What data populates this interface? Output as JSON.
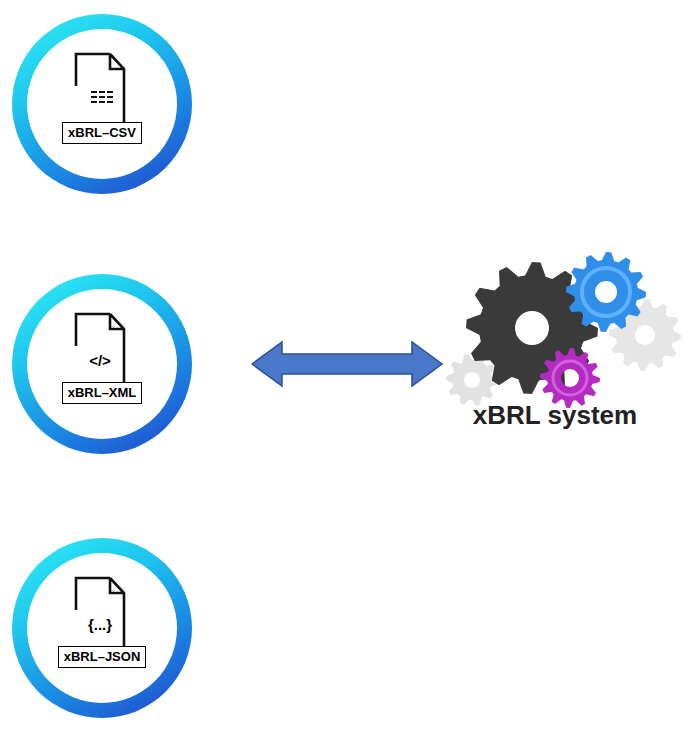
{
  "diagram": {
    "nodes": [
      {
        "text": [
          "xBRL–CSV"
        ]
      },
      {
        "text": [
          "</>",
          "xBRL–XML"
        ]
      },
      {
        "text": [
          "{...}",
          "xBRL–JSON"
        ]
      },
      {
        "text": [
          "xBRL system"
        ]
      }
    ],
    "edges": [
      {
        "from": 1,
        "to": 3,
        "arrow": "both"
      }
    ]
  }
}
